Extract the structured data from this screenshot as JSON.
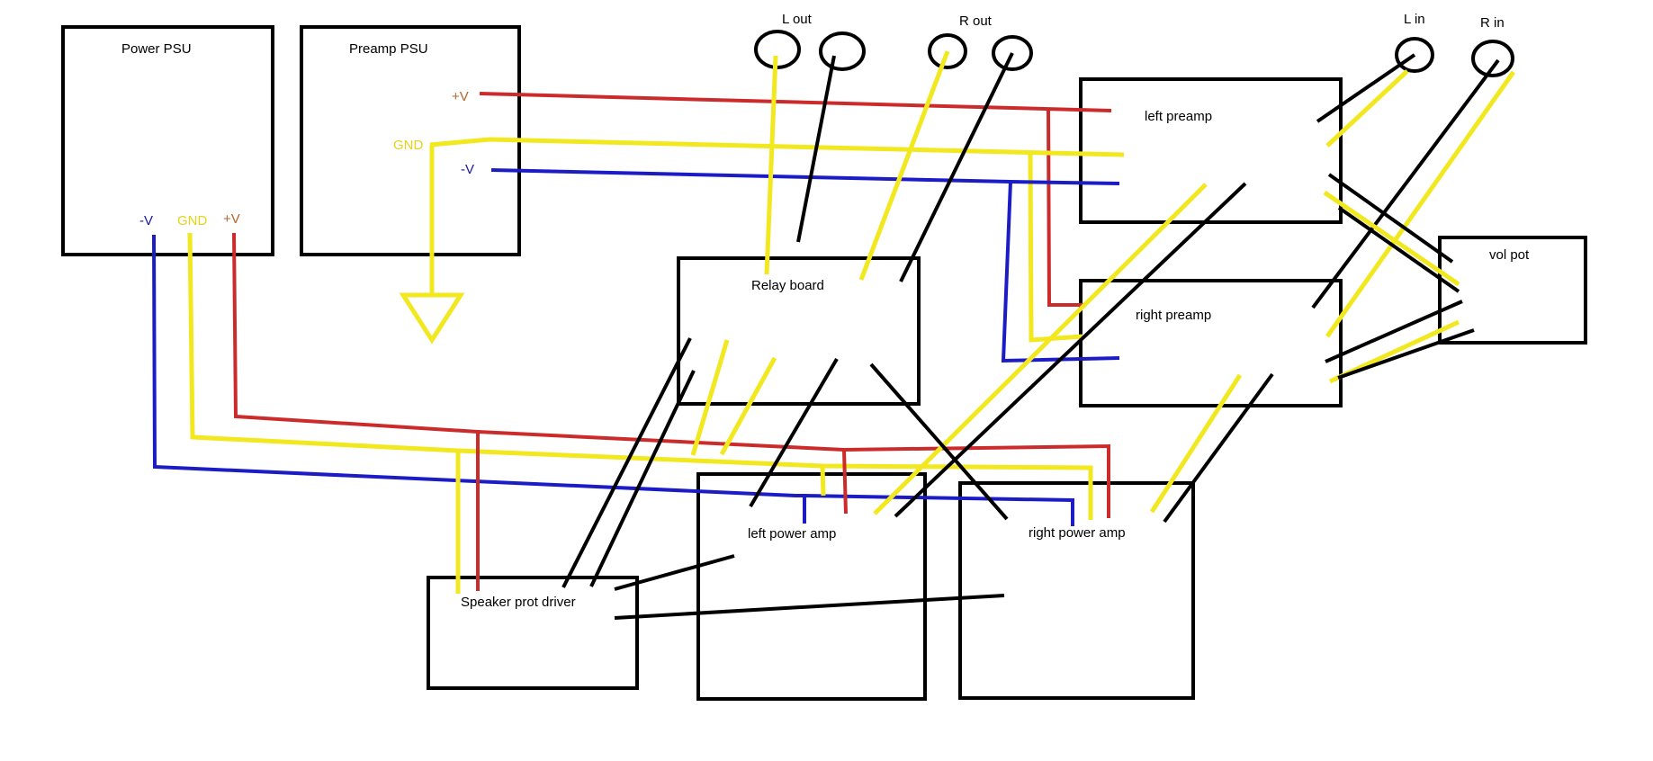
{
  "colors": {
    "positive": "#cc2b2b",
    "ground": "#f2e81f",
    "negative": "#1c1cc4",
    "signal": "#000000"
  },
  "boxes": {
    "power_psu": "Power PSU",
    "preamp_psu": "Preamp PSU",
    "relay_board": "Relay board",
    "left_preamp": "left preamp",
    "right_preamp": "right preamp",
    "vol_pot": "vol pot",
    "left_power_amp": "left power amp",
    "right_power_amp": "right power amp",
    "speaker_prot": "Speaker prot driver"
  },
  "jacks": {
    "l_out": "L out",
    "r_out": "R out",
    "l_in": "L in",
    "r_in": "R in"
  },
  "rails": {
    "power_neg": "-V",
    "power_gnd": "GND",
    "power_pos": "+V",
    "preamp_pos": "+V",
    "preamp_gnd": "GND",
    "preamp_neg": "-V"
  }
}
